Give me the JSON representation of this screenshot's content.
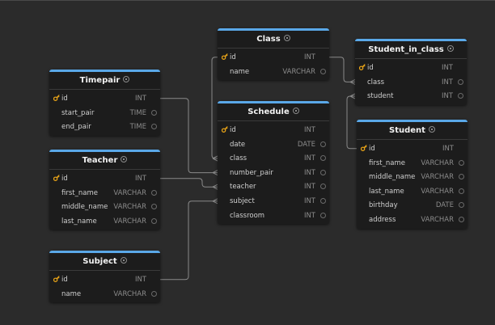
{
  "tables": [
    {
      "id": "class",
      "title": "Class",
      "fields": [
        {
          "name": "id",
          "type": "INT",
          "pk": true
        },
        {
          "name": "name",
          "type": "VARCHAR",
          "pk": false
        }
      ]
    },
    {
      "id": "student_in_class",
      "title": "Student_in_class",
      "fields": [
        {
          "name": "id",
          "type": "INT",
          "pk": true
        },
        {
          "name": "class",
          "type": "INT",
          "pk": false
        },
        {
          "name": "student",
          "type": "INT",
          "pk": false
        }
      ]
    },
    {
      "id": "timepair",
      "title": "Timepair",
      "fields": [
        {
          "name": "id",
          "type": "INT",
          "pk": true
        },
        {
          "name": "start_pair",
          "type": "TIME",
          "pk": false
        },
        {
          "name": "end_pair",
          "type": "TIME",
          "pk": false
        }
      ]
    },
    {
      "id": "schedule",
      "title": "Schedule",
      "fields": [
        {
          "name": "id",
          "type": "INT",
          "pk": true
        },
        {
          "name": "date",
          "type": "DATE",
          "pk": false
        },
        {
          "name": "class",
          "type": "INT",
          "pk": false
        },
        {
          "name": "number_pair",
          "type": "INT",
          "pk": false
        },
        {
          "name": "teacher",
          "type": "INT",
          "pk": false
        },
        {
          "name": "subject",
          "type": "INT",
          "pk": false
        },
        {
          "name": "classroom",
          "type": "INT",
          "pk": false
        }
      ]
    },
    {
      "id": "student",
      "title": "Student",
      "fields": [
        {
          "name": "id",
          "type": "INT",
          "pk": true
        },
        {
          "name": "first_name",
          "type": "VARCHAR",
          "pk": false
        },
        {
          "name": "middle_name",
          "type": "VARCHAR",
          "pk": false
        },
        {
          "name": "last_name",
          "type": "VARCHAR",
          "pk": false
        },
        {
          "name": "birthday",
          "type": "DATE",
          "pk": false
        },
        {
          "name": "address",
          "type": "VARCHAR",
          "pk": false
        }
      ]
    },
    {
      "id": "teacher",
      "title": "Teacher",
      "fields": [
        {
          "name": "id",
          "type": "INT",
          "pk": true
        },
        {
          "name": "first_name",
          "type": "VARCHAR",
          "pk": false
        },
        {
          "name": "middle_name",
          "type": "VARCHAR",
          "pk": false
        },
        {
          "name": "last_name",
          "type": "VARCHAR",
          "pk": false
        }
      ]
    },
    {
      "id": "subject",
      "title": "Subject",
      "fields": [
        {
          "name": "id",
          "type": "INT",
          "pk": true
        },
        {
          "name": "name",
          "type": "VARCHAR",
          "pk": false
        }
      ]
    }
  ],
  "relations": [
    {
      "from_table": "class",
      "from_field": "id",
      "to_table": "student_in_class",
      "to_field": "class"
    },
    {
      "from_table": "student",
      "from_field": "id",
      "to_table": "student_in_class",
      "to_field": "student"
    },
    {
      "from_table": "timepair",
      "from_field": "id",
      "to_table": "schedule",
      "to_field": "number_pair"
    },
    {
      "from_table": "class",
      "from_field": "id",
      "to_table": "schedule",
      "to_field": "class"
    },
    {
      "from_table": "teacher",
      "from_field": "id",
      "to_table": "schedule",
      "to_field": "teacher"
    },
    {
      "from_table": "subject",
      "from_field": "id",
      "to_table": "schedule",
      "to_field": "subject"
    }
  ],
  "colors": {
    "background": "#2b2b2b",
    "table_bg": "#1c1c1c",
    "header_accent": "#5aa8e8",
    "key_icon": "#e8a317",
    "connector": "#8a8a8a"
  }
}
